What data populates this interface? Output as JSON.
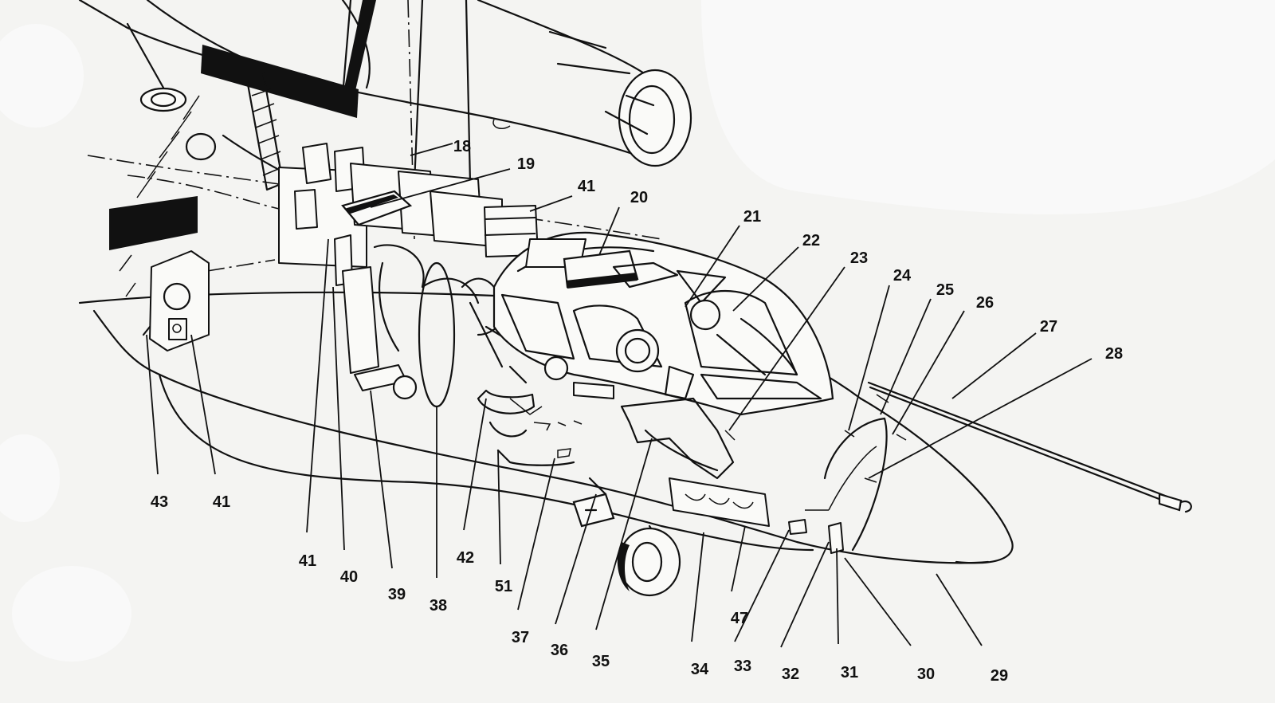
{
  "callouts": [
    "18",
    "19",
    "41",
    "20",
    "21",
    "22",
    "23",
    "24",
    "25",
    "26",
    "27",
    "28",
    "29",
    "30",
    "31",
    "32",
    "33",
    "34",
    "47",
    "35",
    "36",
    "37",
    "51",
    "42",
    "38",
    "39",
    "40",
    "41",
    "43",
    "41"
  ],
  "colors": {
    "ink": "#111111",
    "paper": "#f4f4f2"
  }
}
